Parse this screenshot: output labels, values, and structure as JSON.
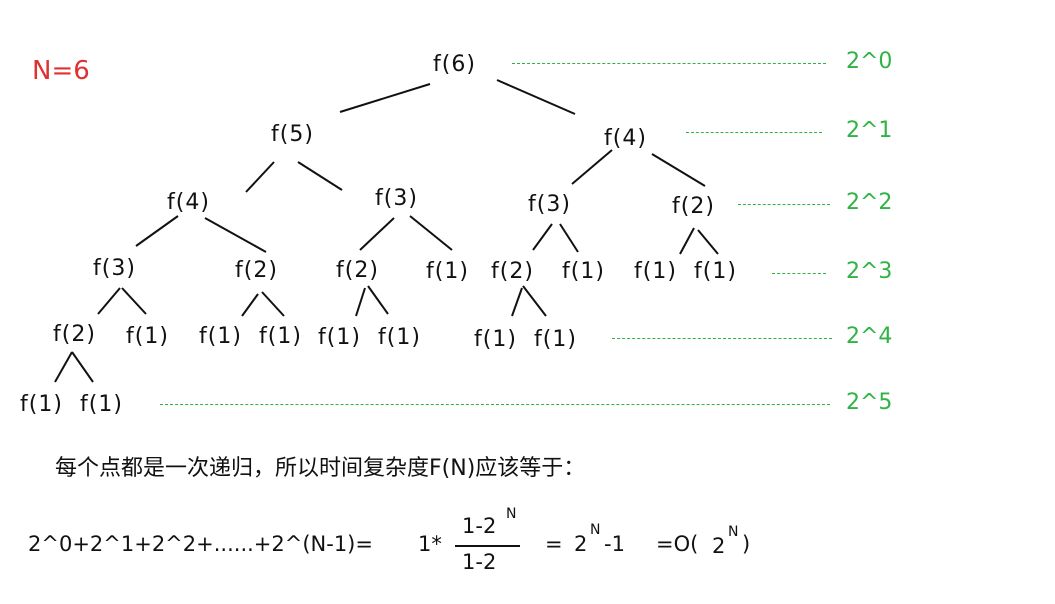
{
  "colors": {
    "n_label": "#e03131",
    "level": "#2fb344",
    "edge": "#111111"
  },
  "n_label": "N=6",
  "nodes": [
    "f(6)",
    "f(5)",
    "f(4)",
    "f(4)",
    "f(3)",
    "f(3)",
    "f(2)",
    "f(3)",
    "f(2)",
    "f(2)",
    "f(1)",
    "f(2)",
    "f(1)",
    "f(1)",
    "f(1)",
    "f(2)",
    "f(1)",
    "f(1)",
    "f(1)",
    "f(1)",
    "f(1)",
    "f(1)",
    "f(1)",
    "f(1)",
    "f(1)"
  ],
  "edges": [
    [
      0,
      1
    ],
    [
      0,
      2
    ],
    [
      1,
      3
    ],
    [
      1,
      4
    ],
    [
      2,
      5
    ],
    [
      2,
      6
    ],
    [
      3,
      7
    ],
    [
      3,
      8
    ],
    [
      4,
      9
    ],
    [
      4,
      10
    ],
    [
      5,
      11
    ],
    [
      5,
      12
    ],
    [
      6,
      13
    ],
    [
      6,
      14
    ],
    [
      7,
      15
    ],
    [
      7,
      16
    ],
    [
      8,
      17
    ],
    [
      8,
      18
    ],
    [
      9,
      19
    ],
    [
      9,
      20
    ],
    [
      11,
      21
    ],
    [
      11,
      22
    ],
    [
      15,
      23
    ],
    [
      15,
      24
    ]
  ],
  "levels": [
    "2^0",
    "2^1",
    "2^2",
    "2^3",
    "2^4",
    "2^5"
  ],
  "note": "每个点都是一次递归，所以时间复杂度F(N)应该等于：",
  "formula": {
    "sum": "2^0+2^1+2^2+......+2^(N-1)=",
    "coef": "1*",
    "numerator": "1-2",
    "numerator_exp": "N",
    "denominator": "1-2",
    "eq": "=",
    "result": "2",
    "result_exp": "N",
    "result_tail": "-1",
    "big_o_eq": "=O(",
    "big_o_base": "2",
    "big_o_exp": "N",
    "big_o_close": ")"
  }
}
